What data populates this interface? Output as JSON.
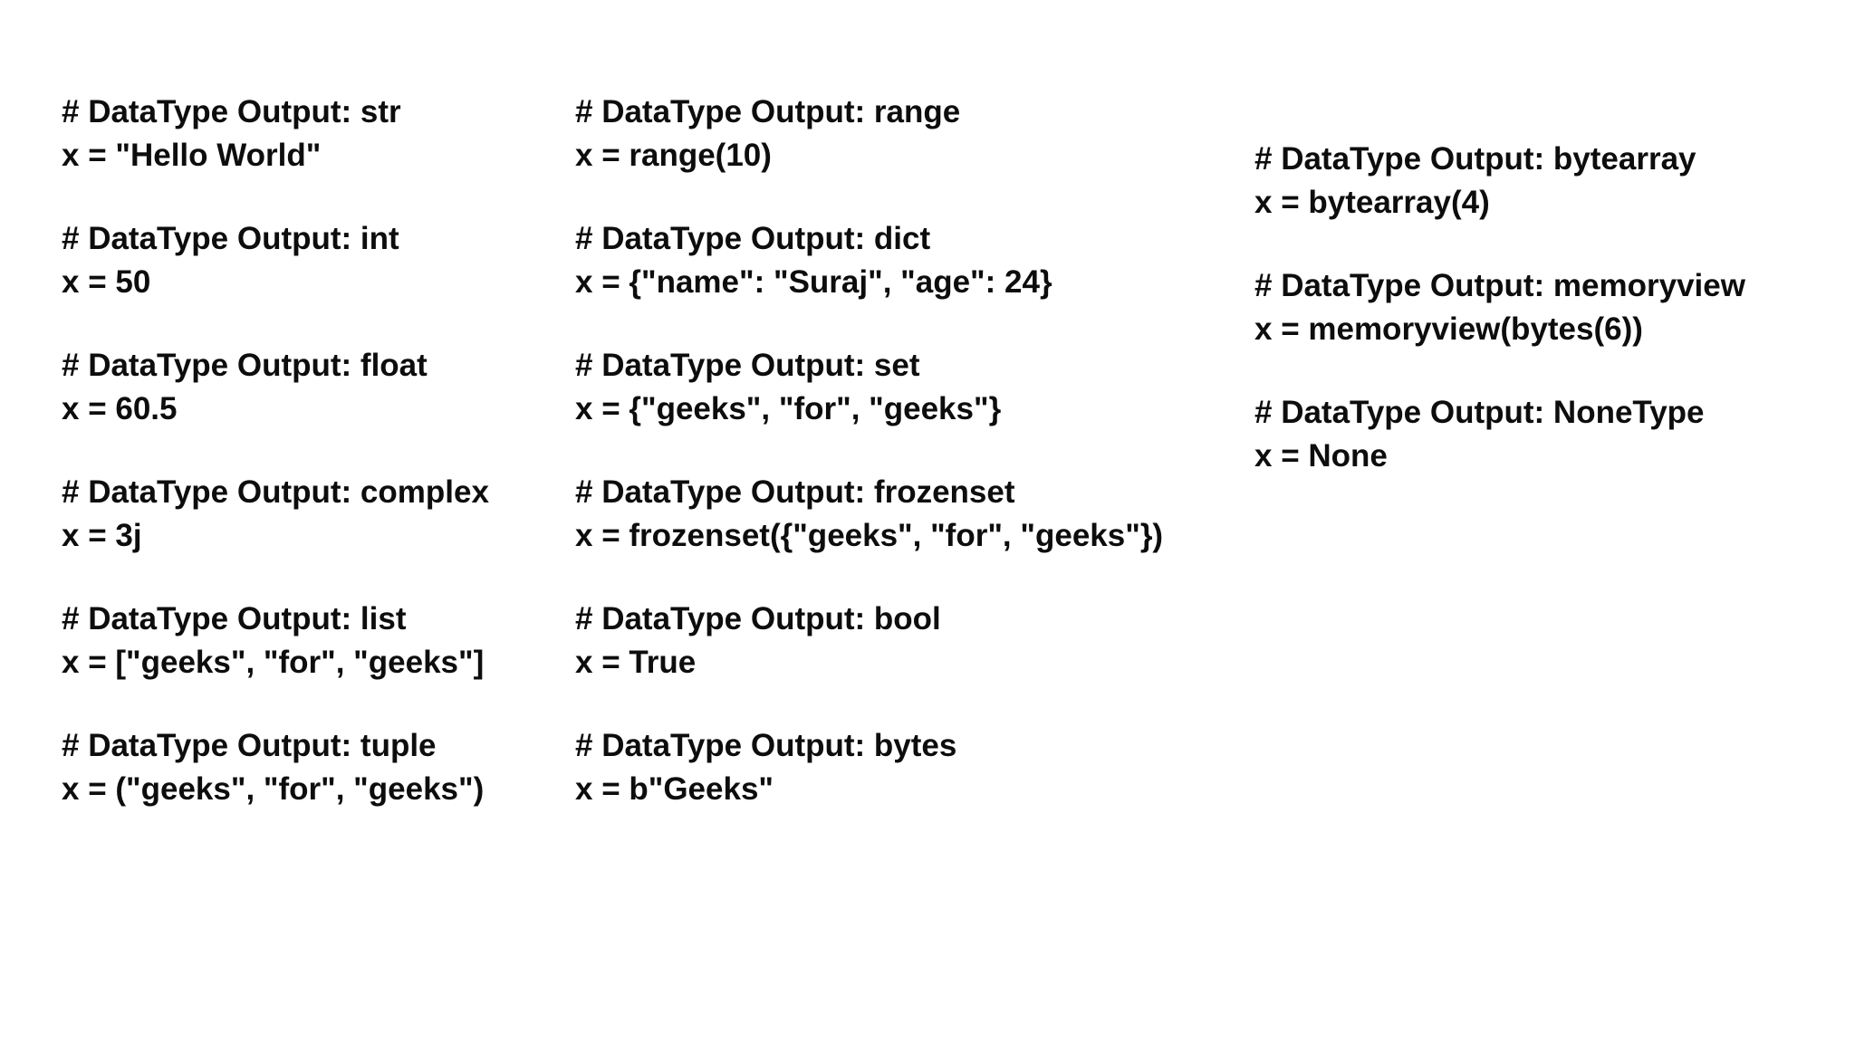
{
  "page": {
    "background_color": "#ffffff",
    "text_color": "#0d0d0d",
    "description": "Python data type examples, three columns of bold code snippets"
  },
  "columns": [
    {
      "blocks": [
        {
          "comment": "# DataType Output: str",
          "code": "x = \"Hello World\""
        },
        {
          "comment": "# DataType Output: int",
          "code": "x = 50"
        },
        {
          "comment": "# DataType Output: float",
          "code": "x = 60.5"
        },
        {
          "comment": "# DataType Output: complex",
          "code": "x = 3j"
        },
        {
          "comment": "# DataType Output: list",
          "code": "x = [\"geeks\", \"for\", \"geeks\"]"
        },
        {
          "comment": "# DataType Output: tuple",
          "code": "x = (\"geeks\", \"for\", \"geeks\")"
        }
      ]
    },
    {
      "blocks": [
        {
          "comment": "# DataType Output: range",
          "code": "x = range(10)"
        },
        {
          "comment": "# DataType Output: dict",
          "code": "x = {\"name\": \"Suraj\", \"age\": 24}"
        },
        {
          "comment": "# DataType Output: set",
          "code": "x = {\"geeks\", \"for\", \"geeks\"}"
        },
        {
          "comment": "# DataType Output: frozenset",
          "code": "x = frozenset({\"geeks\", \"for\", \"geeks\"})"
        },
        {
          "comment": "# DataType Output: bool",
          "code": "x = True"
        },
        {
          "comment": "# DataType Output: bytes",
          "code": "x = b\"Geeks\""
        }
      ]
    },
    {
      "blocks": [
        {
          "comment": "# DataType Output: bytearray",
          "code": "x = bytearray(4)"
        },
        {
          "comment": "# DataType Output: memoryview",
          "code": "x = memoryview(bytes(6))"
        },
        {
          "comment": "# DataType Output: NoneType",
          "code": "x = None"
        }
      ]
    }
  ]
}
